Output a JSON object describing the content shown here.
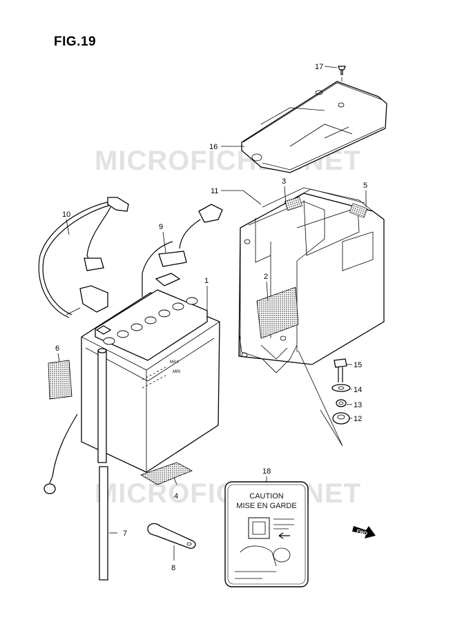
{
  "figure": {
    "title": "FIG.19"
  },
  "watermark": "MICROFICHES.NET",
  "callouts": [
    {
      "id": "17",
      "label": "17"
    },
    {
      "id": "16",
      "label": "16"
    },
    {
      "id": "11",
      "label": "11"
    },
    {
      "id": "3",
      "label": "3"
    },
    {
      "id": "5",
      "label": "5"
    },
    {
      "id": "10",
      "label": "10"
    },
    {
      "id": "9",
      "label": "9"
    },
    {
      "id": "1",
      "label": "1"
    },
    {
      "id": "2",
      "label": "2"
    },
    {
      "id": "6",
      "label": "6"
    },
    {
      "id": "15",
      "label": "15"
    },
    {
      "id": "14",
      "label": "14"
    },
    {
      "id": "13",
      "label": "13"
    },
    {
      "id": "12",
      "label": "12"
    },
    {
      "id": "18",
      "label": "18"
    },
    {
      "id": "4",
      "label": "4"
    },
    {
      "id": "7",
      "label": "7"
    },
    {
      "id": "8",
      "label": "8"
    }
  ],
  "caution_label": {
    "line1": "CAUTION",
    "line2": "MISE EN GARDE"
  },
  "battery_marks": {
    "max": "MAX",
    "min": "MIN"
  },
  "fwd_arrow": {
    "text": "FWD"
  },
  "colors": {
    "ink": "#000000",
    "watermark": "#e2e2e2",
    "paper": "#ffffff"
  }
}
